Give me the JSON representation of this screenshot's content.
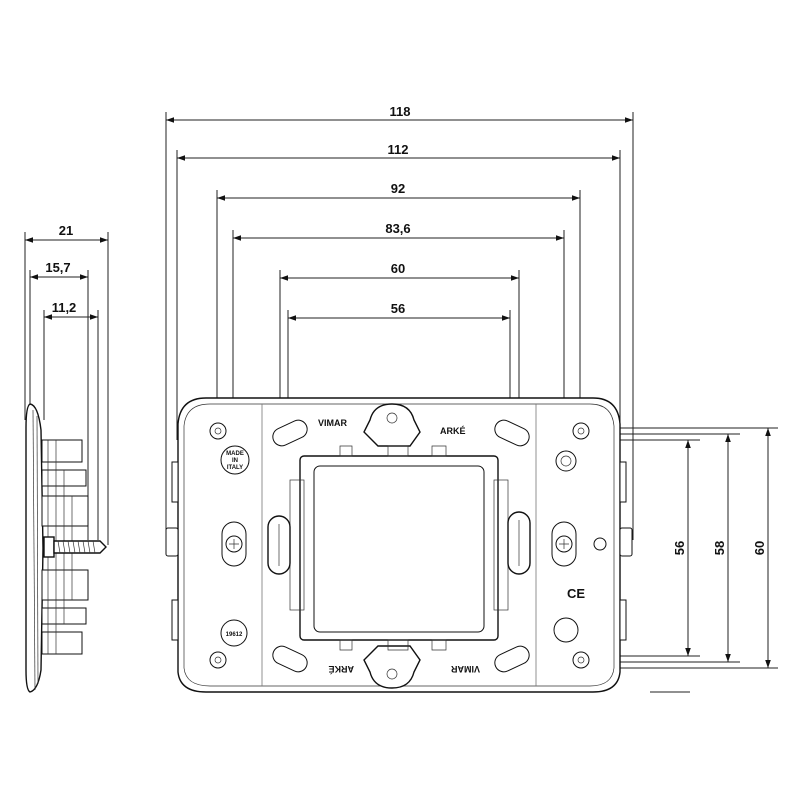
{
  "dimensions": {
    "horizontal": [
      "118",
      "112",
      "92",
      "83,6",
      "60",
      "56"
    ],
    "vertical": [
      "56",
      "58",
      "60"
    ],
    "depth": [
      "21",
      "15,7",
      "11,2"
    ]
  },
  "markings": {
    "brand_top": "VIMAR",
    "series_top": "ARKÉ",
    "brand_bottom": "VIMAR",
    "series_bottom": "ARKÉ",
    "made_in_line1": "MADE",
    "made_in_line2": "IN",
    "made_in_line3": "ITALY",
    "part_number": "19612",
    "ce_mark": "CE"
  },
  "colors": {
    "line": "#222222",
    "background": "#ffffff"
  }
}
